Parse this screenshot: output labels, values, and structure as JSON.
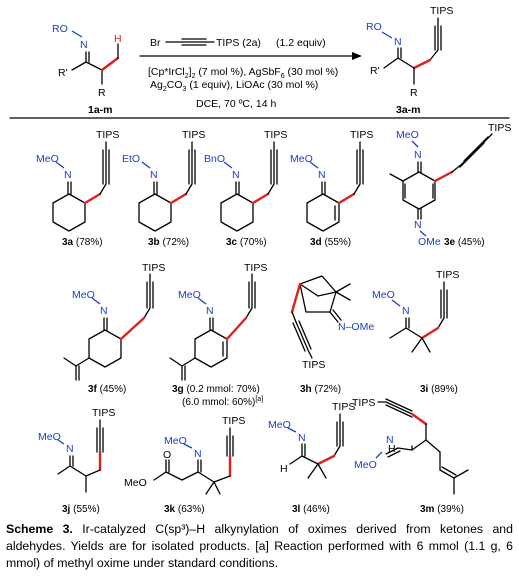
{
  "reaction": {
    "substrate_label": "1a-m",
    "product_label": "3a-m",
    "reagent_left": "Br",
    "reagent_right": "TIPS (2a)",
    "reagent_amount": "(1.2 equiv)",
    "catalyst_1": "[Cp*IrCl",
    "catalyst_1_sub": "2",
    "catalyst_1_rest": "]",
    "catalyst_1_sub2": "2",
    "catalyst_1_tail": " (7 mol %), AgSbF",
    "catalyst_1_sub3": "6",
    "catalyst_1_end": " (30 mol %)",
    "additive_1": "Ag",
    "additive_1_sub": "2",
    "additive_1_mid": "CO",
    "additive_1_sub2": "3",
    "additive_1_end": " (1 equiv), LiOAc (30 mol %)",
    "conditions": "DCE, 70 ºC, 14 h",
    "atoms": {
      "RO": "RO",
      "N": "N",
      "H": "H",
      "R1": "R'",
      "R": "R",
      "TIPS": "TIPS"
    }
  },
  "compounds": [
    {
      "id": "3a",
      "yield": " (78%)",
      "oxime": "MeO"
    },
    {
      "id": "3b",
      "yield": " (72%)",
      "oxime": "EtO"
    },
    {
      "id": "3c",
      "yield": " (70%)",
      "oxime": "BnO"
    },
    {
      "id": "3d",
      "yield": " (55%)",
      "oxime": "MeO"
    },
    {
      "id": "3e",
      "yield": " (45%)",
      "oxime": "MeO",
      "oxime2": "OMe"
    },
    {
      "id": "3f",
      "yield": " (45%)",
      "oxime": "MeO"
    },
    {
      "id": "3g",
      "yield": " (0.2 mmol: 70%)",
      "yield2": "(6.0 mmol: 60%)",
      "note": "[a]",
      "oxime": "MeO"
    },
    {
      "id": "3h",
      "yield": " (72%)",
      "oxime": "N–OMe"
    },
    {
      "id": "3i",
      "yield": " (89%)",
      "oxime": "MeO"
    },
    {
      "id": "3j",
      "yield": " (55%)",
      "oxime": "MeO"
    },
    {
      "id": "3k",
      "yield": " (63%)",
      "oxime": "MeO",
      "ester": "MeO"
    },
    {
      "id": "3l",
      "yield": " (46%)",
      "oxime": "MeO",
      "h": "H"
    },
    {
      "id": "3m",
      "yield": " (39%)",
      "oxime": "MeO",
      "n": "N",
      "h": "H"
    }
  ],
  "caption": {
    "title": "Scheme 3.",
    "body": " Ir-catalyzed C(sp³)–H alkynylation of oximes derived from ketones and aldehydes. Yields are for isolated products. [a] Reaction performed with 6 mmol (1.1 g, 6 mmol) of methyl oxime under standard conditions."
  },
  "colors": {
    "highlight_bond": "#e0201b",
    "heteroatom": "#1a3ec8"
  }
}
